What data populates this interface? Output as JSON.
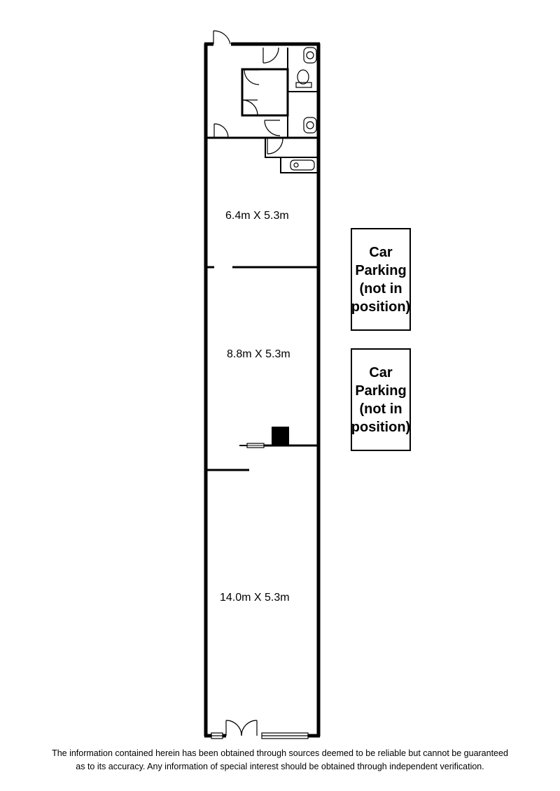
{
  "rooms": [
    {
      "label": "6.4m X 5.3m"
    },
    {
      "label": "8.8m X 5.3m"
    },
    {
      "label": "14.0m X 5.3m"
    }
  ],
  "parking": [
    {
      "lines": [
        "Car",
        "Parking",
        "(not in",
        "position)"
      ]
    },
    {
      "lines": [
        "Car",
        "Parking",
        "(not in",
        "position)"
      ]
    }
  ],
  "disclaimer": {
    "line1": "The information contained herein has been obtained through sources deemed to be reliable but cannot be guaranteed",
    "line2": "as to its accuracy.  Any information of special interest should be obtained through independent verification."
  }
}
